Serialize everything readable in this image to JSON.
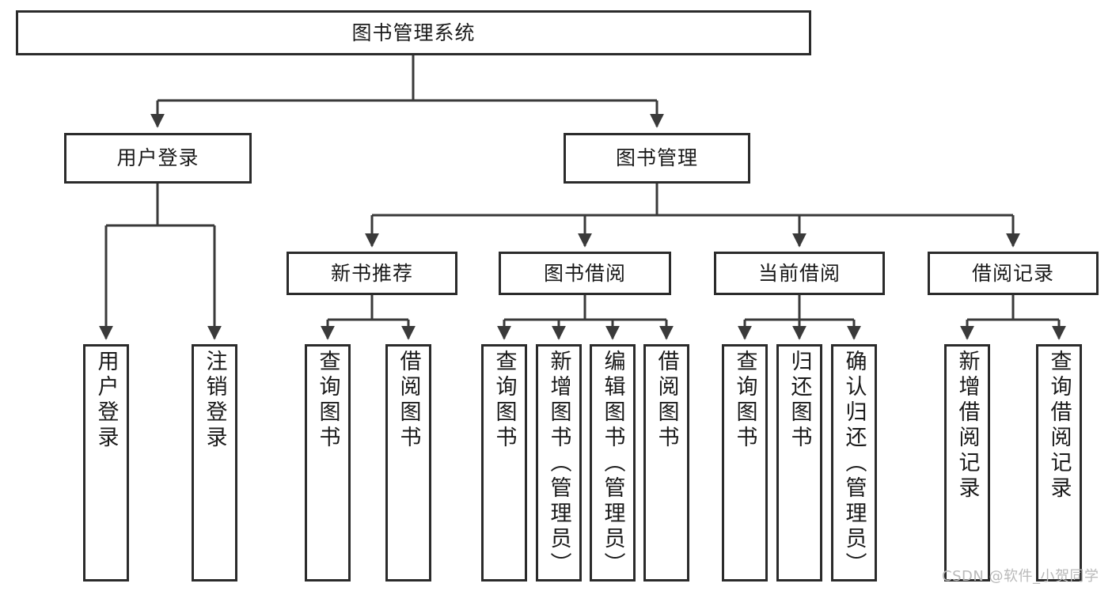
{
  "diagram": {
    "type": "tree-hierarchy-chart",
    "title": "图书管理系统",
    "orientation": "top-down",
    "colors": {
      "box_border": "#2b2b2b",
      "box_fill": "#ffffff",
      "edge": "#3a3a3a",
      "text": "#1a1a1a",
      "watermark": "#b9b9b9",
      "background": "#ffffff"
    },
    "nodes": {
      "root": {
        "id": "root",
        "label": "图书管理系统",
        "level": 1
      },
      "level2": [
        {
          "id": "user-login",
          "label": "用户登录",
          "level": 2
        },
        {
          "id": "book-manage",
          "label": "图书管理",
          "level": 2
        }
      ],
      "level3": [
        {
          "id": "new-book-recommend",
          "label": "新书推荐",
          "level": 3,
          "parent": "book-manage"
        },
        {
          "id": "book-borrow",
          "label": "图书借阅",
          "level": 3,
          "parent": "book-manage"
        },
        {
          "id": "current-borrow",
          "label": "当前借阅",
          "level": 3,
          "parent": "book-manage"
        },
        {
          "id": "borrow-record",
          "label": "借阅记录",
          "level": 3,
          "parent": "book-manage"
        }
      ],
      "leaves": [
        {
          "id": "leaf-user-login",
          "label": "用户登录",
          "parent": "user-login"
        },
        {
          "id": "leaf-user-logout",
          "label": "注销登录",
          "parent": "user-login"
        },
        {
          "id": "leaf-query-book-rec",
          "label": "查询图书",
          "parent": "new-book-recommend"
        },
        {
          "id": "leaf-borrow-book-rec",
          "label": "借阅图书",
          "parent": "new-book-recommend"
        },
        {
          "id": "leaf-query-book-borrow",
          "label": "查询图书",
          "parent": "book-borrow"
        },
        {
          "id": "leaf-add-book-admin",
          "label": "新增图书（管理员）",
          "parent": "book-borrow"
        },
        {
          "id": "leaf-edit-book-admin",
          "label": "编辑图书（管理员）",
          "parent": "book-borrow"
        },
        {
          "id": "leaf-borrow-book",
          "label": "借阅图书",
          "parent": "book-borrow"
        },
        {
          "id": "leaf-query-book-current",
          "label": "查询图书",
          "parent": "current-borrow"
        },
        {
          "id": "leaf-return-book",
          "label": "归还图书",
          "parent": "current-borrow"
        },
        {
          "id": "leaf-confirm-return-admin",
          "label": "确认归还（管理员）",
          "parent": "current-borrow"
        },
        {
          "id": "leaf-add-borrow-record",
          "label": "新增借阅记录",
          "parent": "borrow-record"
        },
        {
          "id": "leaf-query-borrow-record",
          "label": "查询借阅记录",
          "parent": "borrow-record"
        }
      ]
    }
  },
  "watermark": {
    "text": "CSDN @软件_小贺同学"
  }
}
